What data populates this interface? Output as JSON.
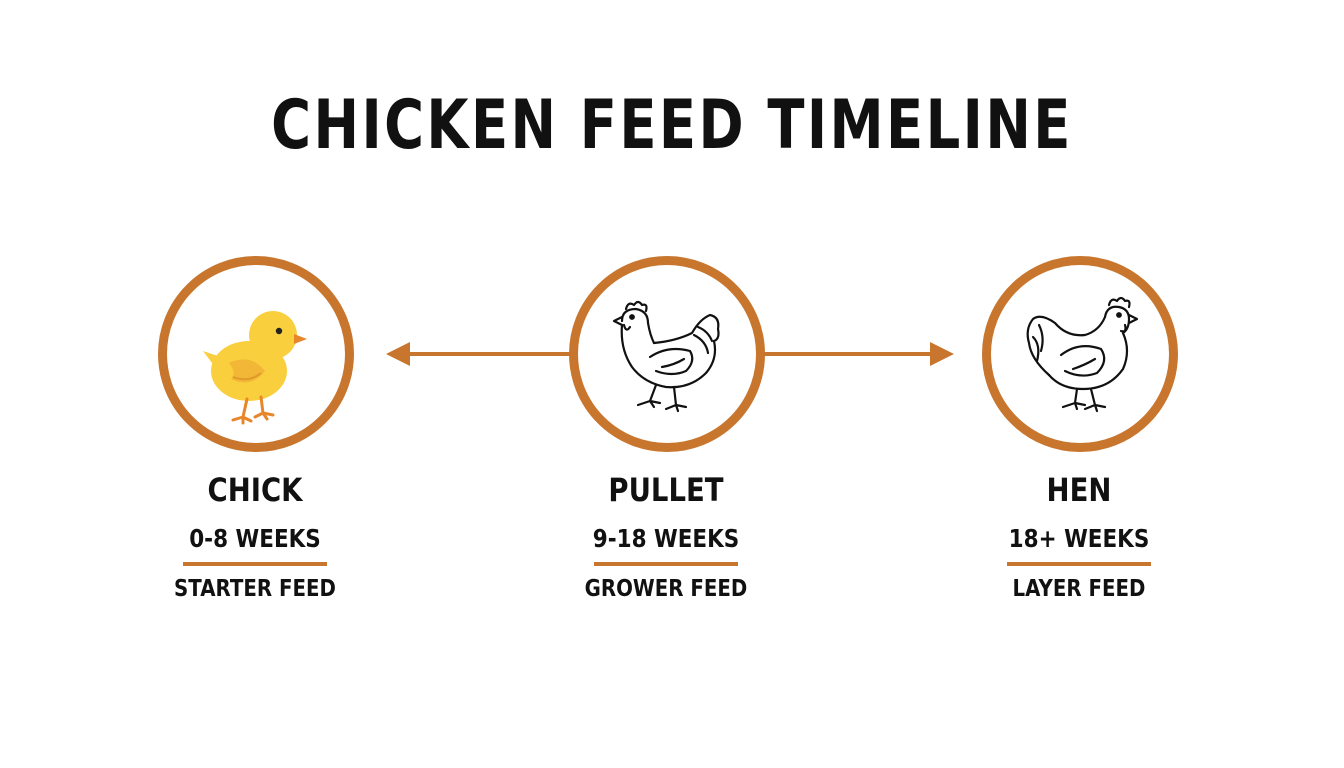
{
  "title": "CHICKEN FEED TIMELINE",
  "colors": {
    "accent": "#C8762E",
    "chick_body": "#F9CF3E",
    "chick_wing": "#E9A22C",
    "text": "#111111"
  },
  "stages": [
    {
      "name": "CHICK",
      "age": "0-8 WEEKS",
      "feed": "STARTER FEED",
      "icon": "chick-icon"
    },
    {
      "name": "PULLET",
      "age": "9-18 WEEKS",
      "feed": "GROWER FEED",
      "icon": "pullet-icon"
    },
    {
      "name": "HEN",
      "age": "18+ WEEKS",
      "feed": "LAYER FEED",
      "icon": "hen-icon"
    }
  ],
  "connector": {
    "style": "double-headed-arrow"
  }
}
